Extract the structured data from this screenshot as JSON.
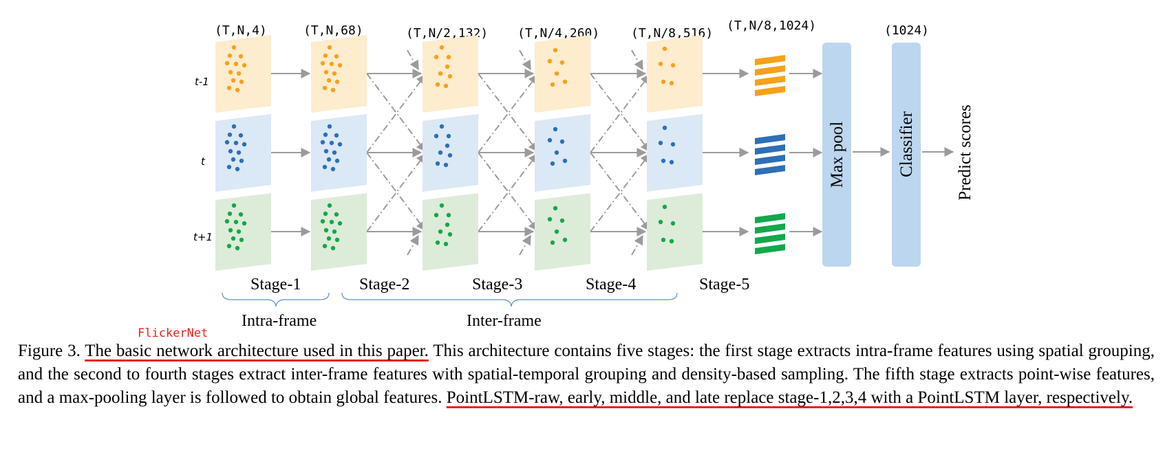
{
  "figure": {
    "dims": [
      "(T,N,4)",
      "(T,N,68)",
      "(T,N/2,132)",
      "(T,N/4,260)",
      "(T,N/8,516)",
      "(T,N/8,1024)",
      "(1024)"
    ],
    "rows": [
      {
        "label": "t-1",
        "color": "#f5a11c",
        "bg": "#fdeccd"
      },
      {
        "label": "t",
        "color": "#2e6fb5",
        "bg": "#dbe8f6"
      },
      {
        "label": "t+1",
        "color": "#12a84b",
        "bg": "#dcecd8"
      }
    ],
    "stages": [
      "Stage-1",
      "Stage-2",
      "Stage-3",
      "Stage-4",
      "Stage-5"
    ],
    "boxes": {
      "maxpool": "Max pool",
      "classifier": "Classifier",
      "output": "Predict scores"
    },
    "groups": {
      "intra": "Intra-frame",
      "inter": "Inter-frame"
    },
    "box_color": "#bcd6ef",
    "arrow_color": "#9b9b9b",
    "annotation": "FlickerNet",
    "annotation_color": "#e8231a"
  },
  "caption": {
    "prefix": "Figure 3. ",
    "highlight1": "The basic network architecture used in this paper.",
    "middle": " This architecture contains five stages: the first stage extracts intra-frame features using spatial grouping, and the second to fourth stages extract inter-frame features with spatial-temporal grouping and density-based sampling. The fifth stage extracts point-wise features, and a max-pooling layer is followed to obtain global features. ",
    "highlight2": "PointLSTM-raw, early, middle, and late replace stage-1,2,3,4 with a PointLSTM layer, respectively."
  }
}
